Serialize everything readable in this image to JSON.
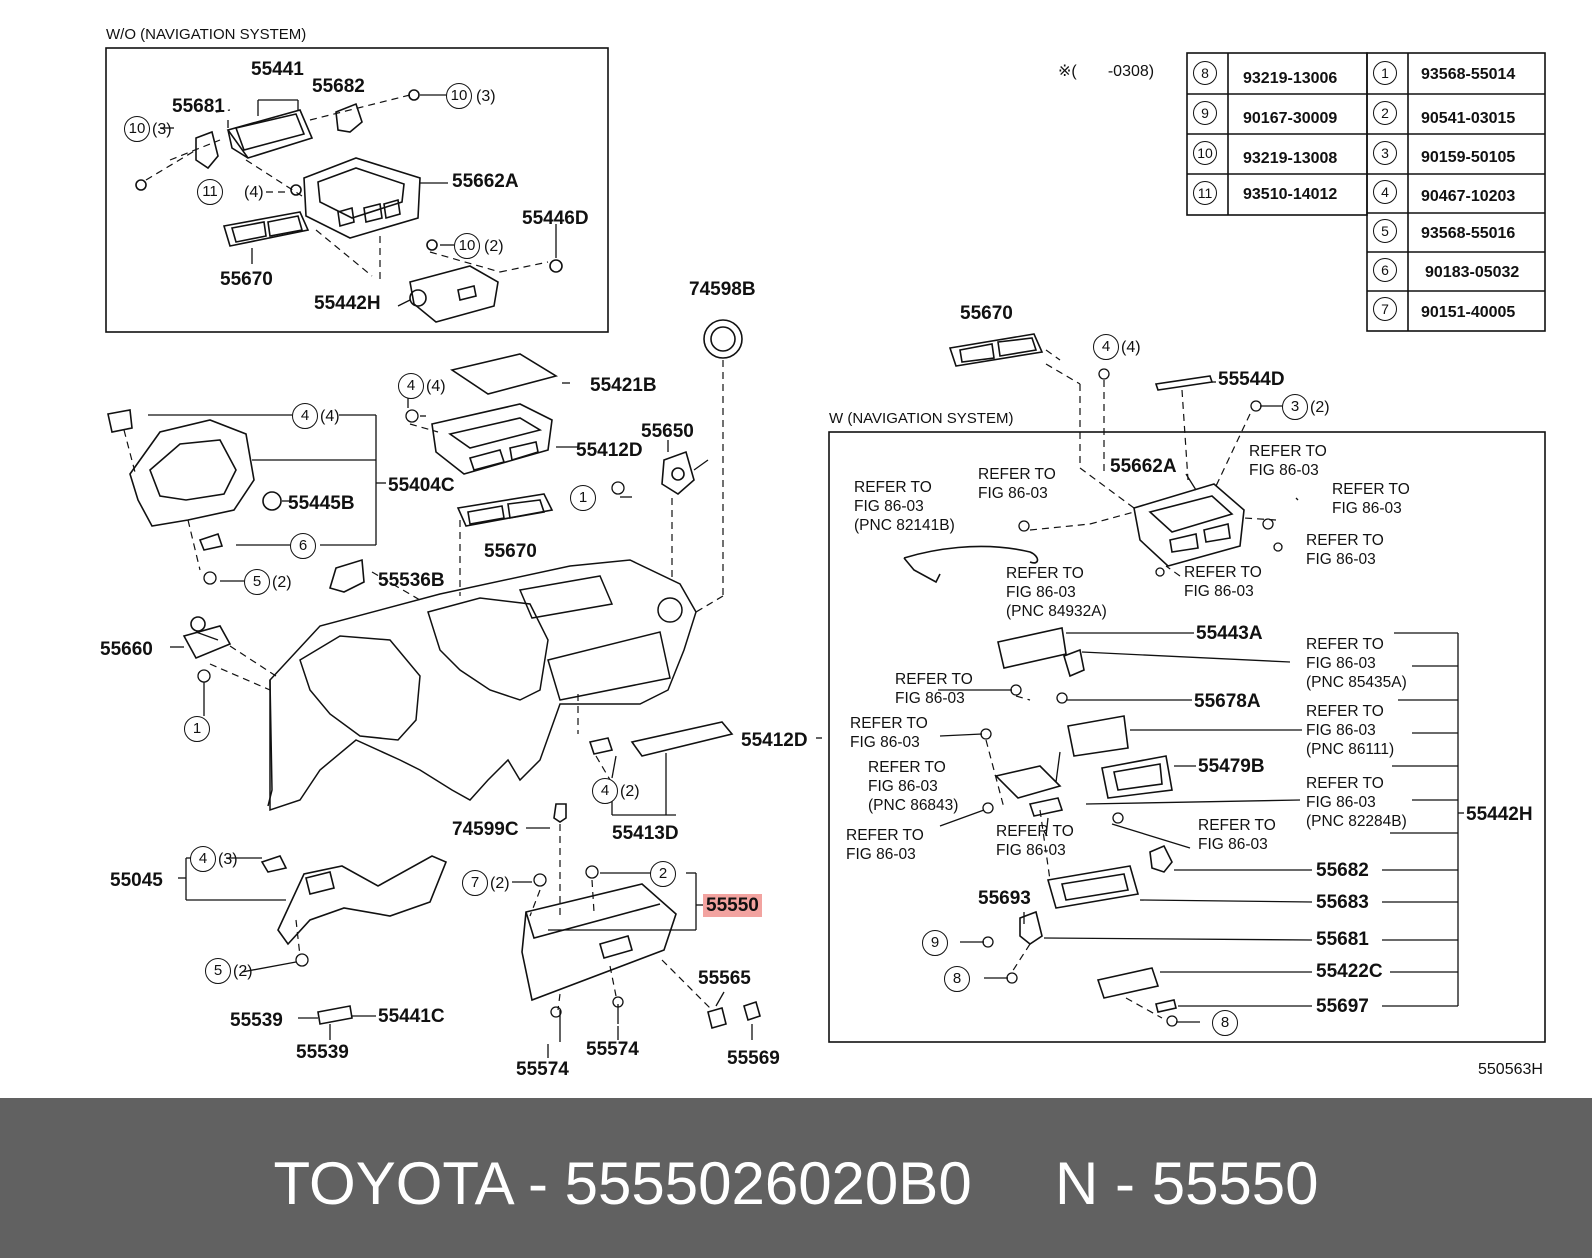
{
  "headers": {
    "without_nav": "W/O (NAVIGATION SYSTEM)",
    "with_nav": "W (NAVIGATION SYSTEM)"
  },
  "table": {
    "note": "※(       -0308)",
    "left": [
      {
        "num": "8",
        "part": "93219-13006"
      },
      {
        "num": "9",
        "part": "90167-30009"
      },
      {
        "num": "10",
        "part": "93219-13008"
      },
      {
        "num": "11",
        "part": "93510-14012"
      }
    ],
    "right": [
      {
        "num": "1",
        "part": "93568-55014"
      },
      {
        "num": "2",
        "part": "90541-03015"
      },
      {
        "num": "3",
        "part": "90159-50105"
      },
      {
        "num": "4",
        "part": "90467-10203"
      },
      {
        "num": "5",
        "part": "93568-55016"
      },
      {
        "num": "6",
        "part": "90183-05032"
      },
      {
        "num": "7",
        "part": "90151-40005"
      }
    ]
  },
  "labels": {
    "p55441": "55441",
    "p55682a": "55682",
    "p55681a": "55681",
    "p55662A_a": "55662A",
    "p55446D": "55446D",
    "p55670a": "55670",
    "p55442H_a": "55442H",
    "p74598B": "74598B",
    "p55421B": "55421B",
    "p55412D_a": "55412D",
    "p55650": "55650",
    "p55404C": "55404C",
    "p55445B": "55445B",
    "p55670b": "55670",
    "p55536B": "55536B",
    "p55660": "55660",
    "p55412D_b": "55412D",
    "p74599C": "74599C",
    "p55413D": "55413D",
    "p55045": "55045",
    "p55550": "55550",
    "p55565": "55565",
    "p55569": "55569",
    "p55539a": "55539",
    "p55441C": "55441C",
    "p55539b": "55539",
    "p55574a": "55574",
    "p55574b": "55574",
    "p55670c": "55670",
    "p55544D": "55544D",
    "p55662A_b": "55662A",
    "p55443A": "55443A",
    "p55678A": "55678A",
    "p55479B": "55479B",
    "p55442H_b": "55442H",
    "p55682b": "55682",
    "p55683": "55683",
    "p55693": "55693",
    "p55681b": "55681",
    "p55422C": "55422C",
    "p55697": "55697",
    "fig_id": "550563H"
  },
  "refs": {
    "r1": "REFER TO\nFIG 86-03\n(PNC 82141B)",
    "r2": "REFER TO\nFIG 86-03",
    "r3": "REFER TO\nFIG 86-03\n(PNC 84932A)",
    "r4": "REFER TO\nFIG 86-03",
    "r5": "REFER TO\nFIG 86-03",
    "r6": "REFER TO\nFIG 86-03",
    "r7": "REFER TO\nFIG 86-03",
    "r8": "REFER TO\nFIG 86-03\n(PNC 85435A)",
    "r9": "REFER TO\nFIG 86-03",
    "r10": "REFER TO\nFIG 86-03",
    "r11": "REFER TO\nFIG 86-03\n(PNC 86111)",
    "r12": "REFER TO\nFIG 86-03\n(PNC 86843)",
    "r13": "REFER TO\nFIG 86-03\n(PNC 82284B)",
    "r14": "REFER TO\nFIG 86-03",
    "r15": "REFER TO\nFIG 86-03",
    "r16": "REFER TO\nFIG 86-03"
  },
  "callouts": {
    "c10a": "10",
    "q10a": "(3)",
    "c10b": "10",
    "q10b": "(3)",
    "c11": "11",
    "q11": "(4)",
    "c10c": "10",
    "q10c": "(2)",
    "c4a": "4",
    "q4a": "(4)",
    "c4b": "4",
    "q4b": "(4)",
    "c1a": "1",
    "c6": "6",
    "c5a": "5",
    "q5a": "(2)",
    "c1b": "1",
    "c4c": "4",
    "q4c": "(2)",
    "c4d": "4",
    "q4d": "(3)",
    "c7": "7",
    "q7": "(2)",
    "c2": "2",
    "c5b": "5",
    "q5b": "(2)",
    "c4e": "4",
    "q4e": "(4)",
    "c3": "3",
    "q3": "(2)",
    "c9": "9",
    "c8a": "8",
    "c8b": "8"
  },
  "footer": {
    "brand": "TOYOTA - 5555026020B0",
    "ref": "N - 55550"
  }
}
